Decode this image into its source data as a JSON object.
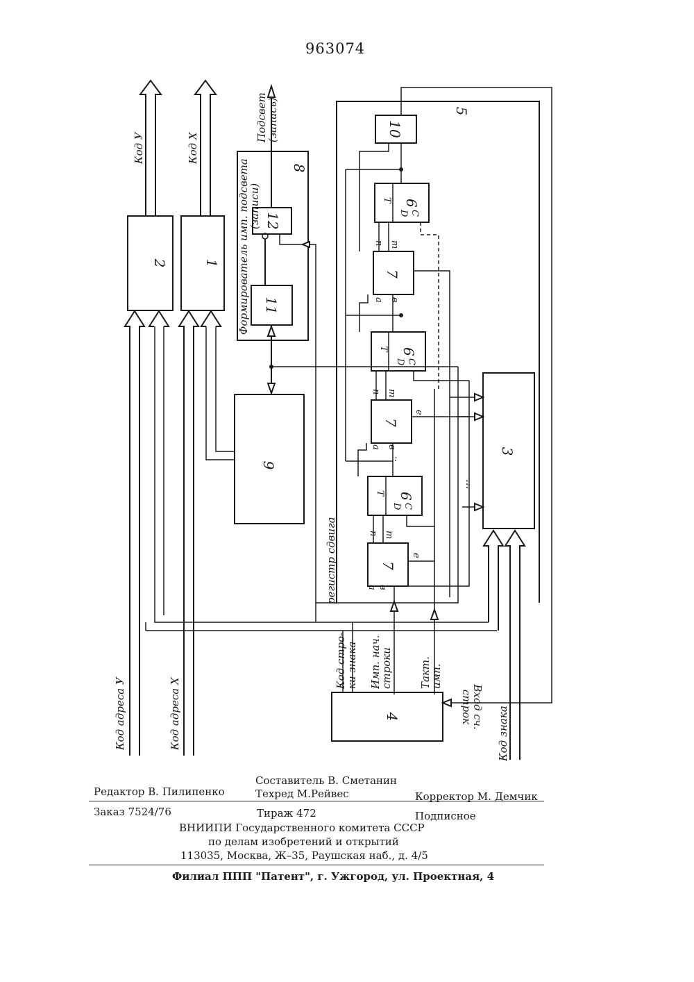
{
  "patent_number": "963074",
  "blocks": {
    "b1": "1",
    "b2": "2",
    "b3": "3",
    "b4": "4",
    "b5": "5",
    "b6": "6",
    "b7": "7",
    "b8": "8",
    "b9": "9",
    "b10": "10",
    "b11": "11",
    "b12": "12"
  },
  "pins": {
    "T": "T",
    "D": "D",
    "C": "C",
    "a": "a",
    "b": "в",
    "e": "e",
    "p": "п",
    "m": "m"
  },
  "signals": {
    "code_y": "Код У",
    "code_x": "Код Х",
    "address_y": "Код адреса У",
    "address_x": "Код адреса Х",
    "deflect_1": "Подсвет",
    "deflect_2": "(запись)",
    "shaper_1": "Формирователь имп. подсвета",
    "shaper_2": "(записи)",
    "shift_register": "регистр сдвига",
    "char_line_code_1": "Код стро-",
    "char_line_code_2": "ки знака",
    "line_start_pulse_1": "Имп. нач.",
    "line_start_pulse_2": "строки",
    "clock_pulse_1": "Такт.",
    "clock_pulse_2": "имп.",
    "counter_input_1": "Вход сч.",
    "counter_input_2": "строк",
    "char_code": "Код знака",
    "ellipsis": "..."
  },
  "footer": {
    "compiler": "Составитель В. Сметанин",
    "editor": "Редактор В. Пилипенко",
    "techred": "Техред М.Рейвес",
    "corrector": "Корректор М. Демчик",
    "order": "Заказ 7524/76",
    "circulation": "Тираж 472",
    "subscription": "Подписное",
    "org_1": "ВНИИПИ Государственного комитета СССР",
    "org_2": "по делам изобретений и открытий",
    "address": "113035, Москва, Ж–35, Раушская наб., д. 4/5",
    "branch": "Филиал ППП \"Патент\", г. Ужгород, ул. Проектная, 4"
  }
}
